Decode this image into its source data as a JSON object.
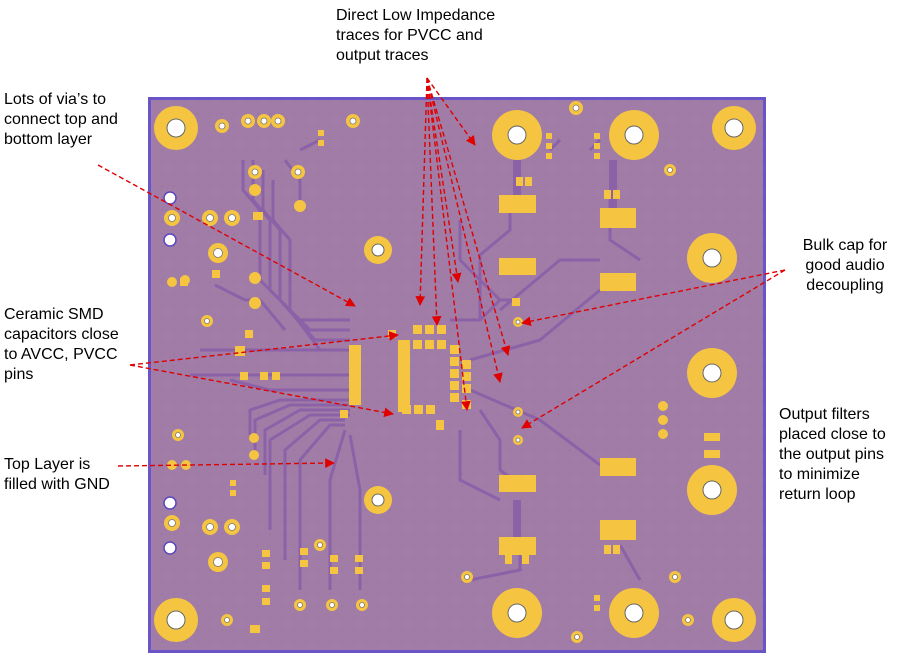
{
  "annotations": {
    "impedance": "Direct Low Impedance\ntraces for PVCC and\noutput traces",
    "vias": "Lots of via’s to\nconnect top and\nbottom layer",
    "ceramic": "Ceramic SMD\ncapacitors close\nto AVCC, PVCC\npins",
    "top_layer": "Top Layer is\nfilled with GND",
    "bulk_cap": "Bulk cap for\ngood audio\ndecoupling",
    "output_filters": "Output filters\nplaced close to\nthe output pins\nto minimize\nreturn loop"
  },
  "colors": {
    "board_fill": "#9f7ba5",
    "board_edge": "#6a55c8",
    "pad": "#f5c542",
    "trace": "#8d67a6",
    "arrow": "#e00000"
  }
}
